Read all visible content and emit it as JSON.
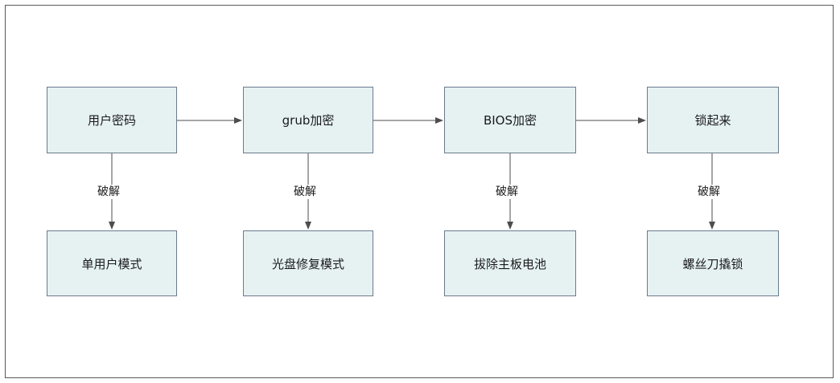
{
  "colors": {
    "node_fill": "#e6f2f2",
    "node_border": "#6b7b8c",
    "edge": "#4d4d4d",
    "frame_border": "#595959"
  },
  "top_row": [
    "用户密码",
    "grub加密",
    "BIOS加密",
    "锁起来"
  ],
  "bottom_row": [
    "单用户模式",
    "光盘修复模式",
    "拔除主板电池",
    "螺丝刀撬锁"
  ],
  "edge_label": "破解"
}
